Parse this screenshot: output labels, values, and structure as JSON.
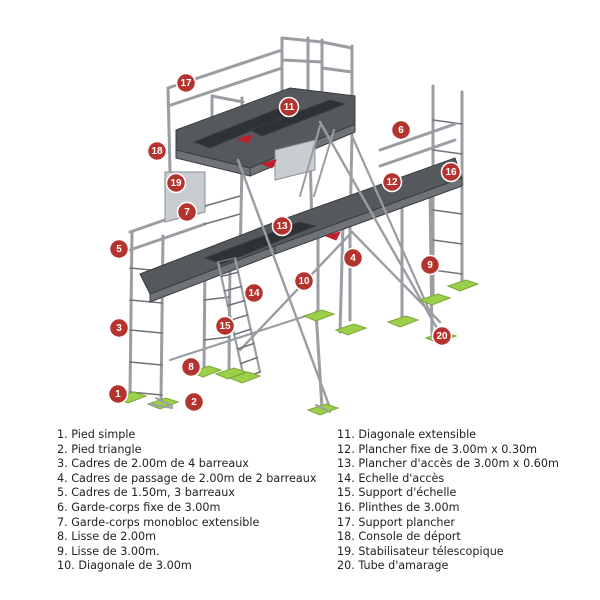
{
  "colors": {
    "steel": "#9a9ea3",
    "steel_dark": "#6f7378",
    "deck": "#55595d",
    "deck_dark": "#2f3234",
    "pad": "#9ccf4a",
    "badge": "#b5332e",
    "trap": "#c21f2a"
  },
  "badges": [
    {
      "n": "1"
    },
    {
      "n": "2"
    },
    {
      "n": "3"
    },
    {
      "n": "4"
    },
    {
      "n": "5"
    },
    {
      "n": "6"
    },
    {
      "n": "7"
    },
    {
      "n": "8"
    },
    {
      "n": "9"
    },
    {
      "n": "10"
    },
    {
      "n": "11"
    },
    {
      "n": "12"
    },
    {
      "n": "13"
    },
    {
      "n": "14"
    },
    {
      "n": "15"
    },
    {
      "n": "16"
    },
    {
      "n": "17"
    },
    {
      "n": "18"
    },
    {
      "n": "19"
    },
    {
      "n": "20"
    }
  ],
  "legend_left": [
    "1. Pied simple",
    "2. Pied triangle",
    "3. Cadres de 2.00m de 4 barreaux",
    "4. Cadres de passage de 2.00m de 2 barreaux",
    "5. Cadres de 1.50m,  3 barreaux",
    "6. Garde-corps fixe de 3.00m",
    "7. Garde-corps monobloc extensible",
    "8. Lisse de 2.00m",
    "9. Lisse de 3.00m.",
    "10. Diagonale de 3.00m"
  ],
  "legend_right": [
    "11. Diagonale extensible",
    "12. Plancher fixe de 3.00m x 0.30m",
    "13. Plancher d'accès de 3.00m x 0.60m",
    "14. Echelle d'accès",
    "15. Support d'échelle",
    "16. Plinthes de 3.00m",
    "17. Support plancher",
    "18. Console de déport",
    "19. Stabilisateur télescopique",
    "20. Tube d'amarage"
  ]
}
